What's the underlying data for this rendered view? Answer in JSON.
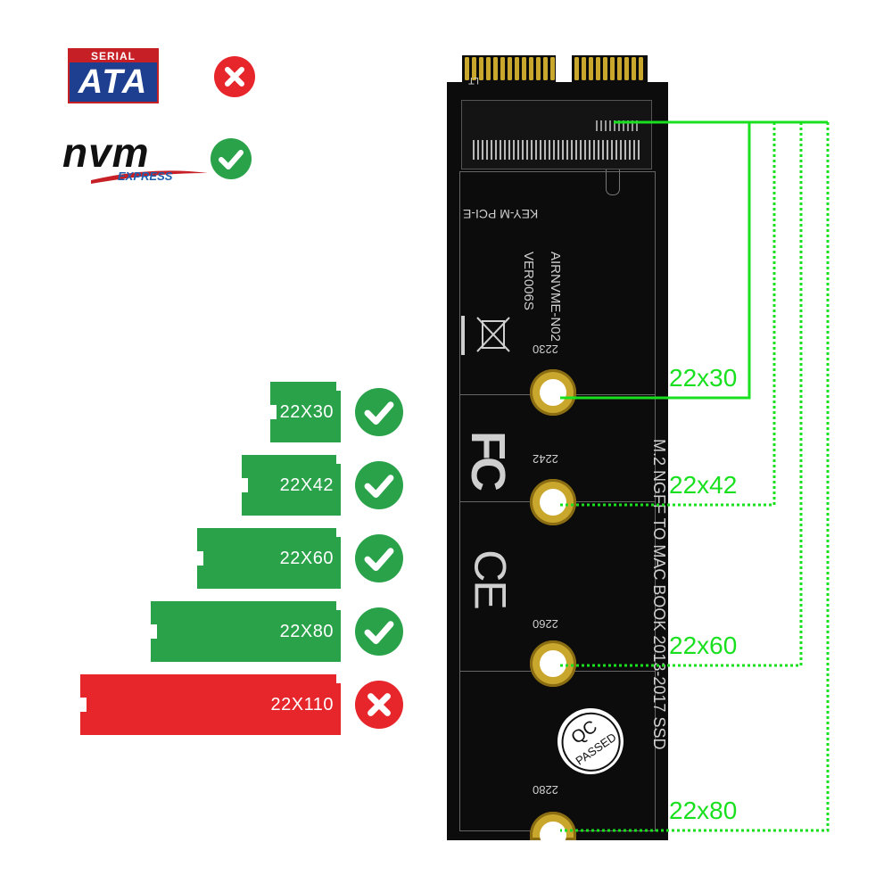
{
  "logos": {
    "sata_top": "SERIAL",
    "sata_main": "ATA",
    "nvm_main": "nvm",
    "nvm_sub": "EXPRESS"
  },
  "compat": {
    "sata": "unsupported",
    "nvme": "supported"
  },
  "modules": [
    {
      "label": "22X30",
      "fill_fraction": 0.27,
      "supported": true
    },
    {
      "label": "22X42",
      "fill_fraction": 0.38,
      "supported": true
    },
    {
      "label": "22X60",
      "fill_fraction": 0.55,
      "supported": true
    },
    {
      "label": "22X80",
      "fill_fraction": 0.73,
      "supported": true
    },
    {
      "label": "22X110",
      "fill_fraction": 1.0,
      "supported": false
    }
  ],
  "board": {
    "connector_mark": "LT",
    "key_text": "KEY-M PCI-E",
    "product_line": "M.2 NGFF TO MAC BOOK  2013-2017 SSD",
    "model": "AIRNVME-N02",
    "version": "VER006S",
    "qc_top": "QC",
    "qc_bottom": "PASSED",
    "cert_fc": "FC",
    "cert_ce": "CE",
    "holes": [
      "2230",
      "2242",
      "2260",
      "2280"
    ]
  },
  "dimensions": [
    "22x30",
    "22x42",
    "22x60",
    "22x80"
  ],
  "colors": {
    "green_module": "#2aa24a",
    "red_module": "#e6262b",
    "check_green": "#2aa24a",
    "cross_red": "#e6262b",
    "guide_line": "#19e01f",
    "board_black": "#0c0c0c",
    "gold": "#c9a62c"
  },
  "icons": {
    "supported": "check-circle-icon",
    "unsupported": "cross-circle-icon"
  }
}
